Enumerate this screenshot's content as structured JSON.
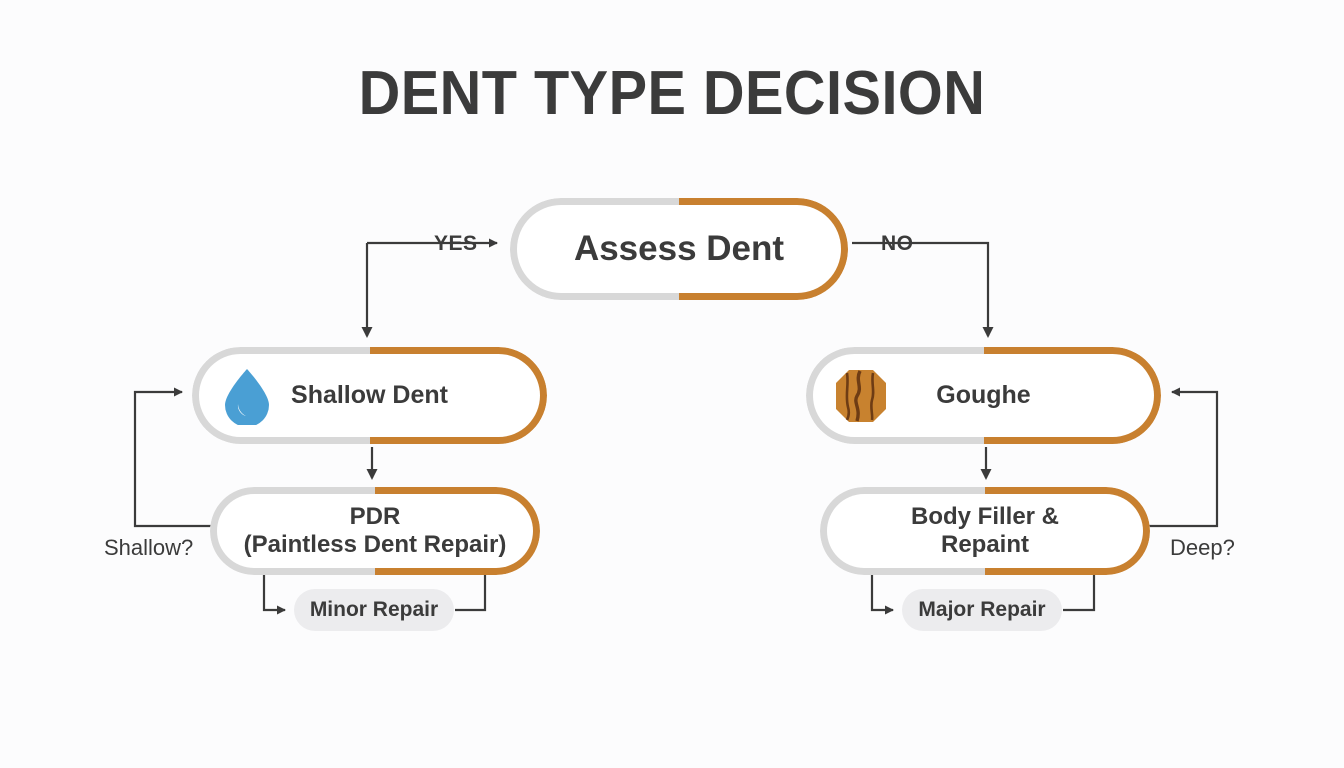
{
  "page": {
    "title": "DENT TYPE DECISION",
    "background_color": "#fcfcfd",
    "text_color": "#3b3b3b",
    "accent_color": "#c8802f",
    "muted_border_color": "#d8d8d8",
    "badge_bg_color": "#ececee",
    "connector_color": "#3b3b3b"
  },
  "nodes": {
    "assess": {
      "label": "Assess Dent",
      "icon": null
    },
    "shallow": {
      "label": "Shallow Dent",
      "icon": "water-drop-icon",
      "icon_color": "#4a9fd4"
    },
    "gouge": {
      "label": "Goughe",
      "icon": "cracked-wood-icon",
      "icon_color": "#c8822f"
    },
    "pdr": {
      "label_line1": "PDR",
      "label_line2": "(Paintless Dent Repair)"
    },
    "filler": {
      "label_line1": "Body Filler &",
      "label_line2": "Repaint"
    }
  },
  "badges": {
    "minor": "Minor Repair",
    "major": "Major Repair"
  },
  "edge_labels": {
    "yes": "YES",
    "no": "NO",
    "shallow_q": "Shallow?",
    "deep_q": "Deep?"
  }
}
